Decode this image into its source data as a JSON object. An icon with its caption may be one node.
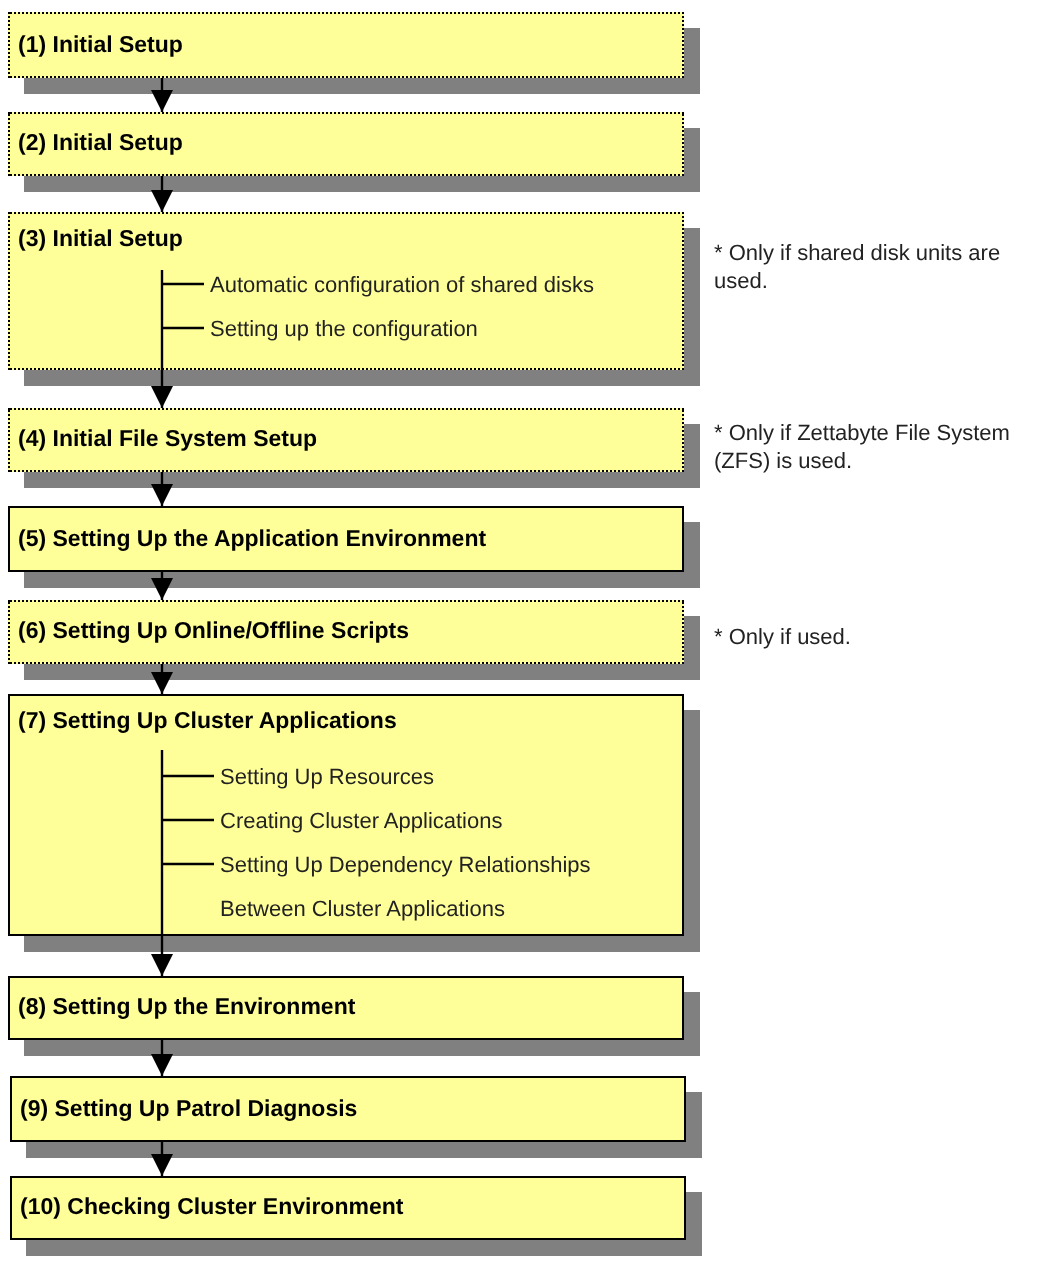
{
  "diagram": {
    "nodes": [
      {
        "text": [
          "(1) Initial Setup"
        ]
      },
      {
        "text": [
          "(2) Initial Setup"
        ]
      },
      {
        "text": [
          "(3) Initial Setup",
          "Automatic configuration of shared disks",
          "Setting up the configuration"
        ],
        "beside": [
          "* Only if shared disk units are used."
        ]
      },
      {
        "text": [
          "(4) Initial File System Setup"
        ],
        "beside": [
          "* Only if Zettabyte File System (ZFS) is used."
        ]
      },
      {
        "text": [
          "(5) Setting Up the Application Environment"
        ]
      },
      {
        "text": [
          "(6) Setting Up Online/Offline Scripts"
        ],
        "beside": [
          "* Only if used."
        ]
      },
      {
        "text": [
          "(7) Setting Up Cluster Applications",
          "Setting Up Resources",
          "Creating Cluster Applications",
          "Setting Up Dependency Relationships Between Cluster Applications"
        ]
      },
      {
        "text": [
          "(8) Setting Up the Environment"
        ]
      },
      {
        "text": [
          "(9) Setting Up Patrol Diagnosis"
        ]
      },
      {
        "text": [
          "(10) Checking Cluster Environment"
        ]
      }
    ],
    "edges": [
      {
        "from": 0,
        "to": 1,
        "arrow": "to"
      },
      {
        "from": 1,
        "to": 2,
        "arrow": "to"
      },
      {
        "from": 2,
        "to": 3,
        "arrow": "to"
      },
      {
        "from": 3,
        "to": 4,
        "arrow": "to"
      },
      {
        "from": 4,
        "to": 5,
        "arrow": "to"
      },
      {
        "from": 5,
        "to": 6,
        "arrow": "to"
      },
      {
        "from": 6,
        "to": 7,
        "arrow": "to"
      },
      {
        "from": 7,
        "to": 8,
        "arrow": "to"
      },
      {
        "from": 8,
        "to": 9,
        "arrow": "to"
      }
    ]
  }
}
